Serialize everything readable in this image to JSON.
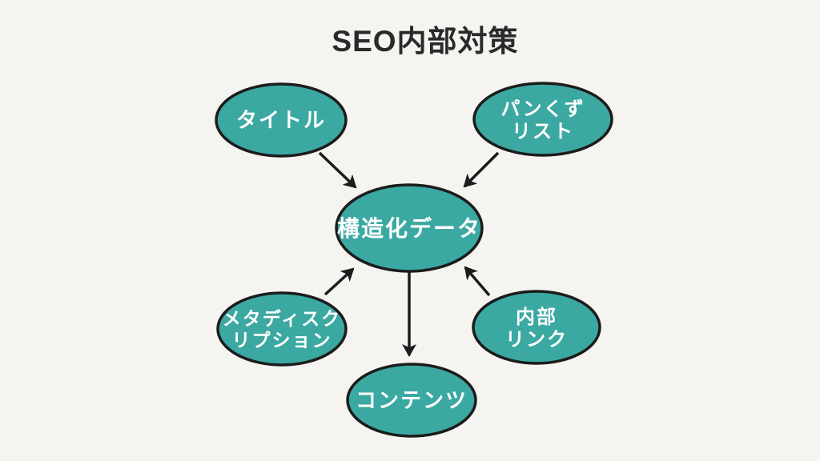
{
  "title": "SEO内部対策",
  "colors": {
    "background": "#f5f4f1",
    "node_fill": "#3ba9a2",
    "node_stroke": "#1c1c1c",
    "node_text": "#ffffff",
    "title_text": "#2a2a2a",
    "arrow": "#1c1c1c"
  },
  "nodes": {
    "center": {
      "label": "構造化データ"
    },
    "title_node": {
      "label": "タイトル"
    },
    "breadcrumb": {
      "line1": "パンくず",
      "line2": "リスト"
    },
    "meta_description": {
      "line1": "メタディスク",
      "line2": "リプション"
    },
    "internal_link": {
      "line1": "内部",
      "line2": "リンク"
    },
    "content": {
      "label": "コンテンツ"
    }
  },
  "edges": [
    {
      "from": "タイトル",
      "to": "構造化データ",
      "direction": "into-center"
    },
    {
      "from": "パンくずリスト",
      "to": "構造化データ",
      "direction": "into-center"
    },
    {
      "from": "メタディスクリプション",
      "to": "構造化データ",
      "direction": "into-center"
    },
    {
      "from": "内部リンク",
      "to": "構造化データ",
      "direction": "into-center"
    },
    {
      "from": "構造化データ",
      "to": "コンテンツ",
      "direction": "out-of-center"
    }
  ]
}
